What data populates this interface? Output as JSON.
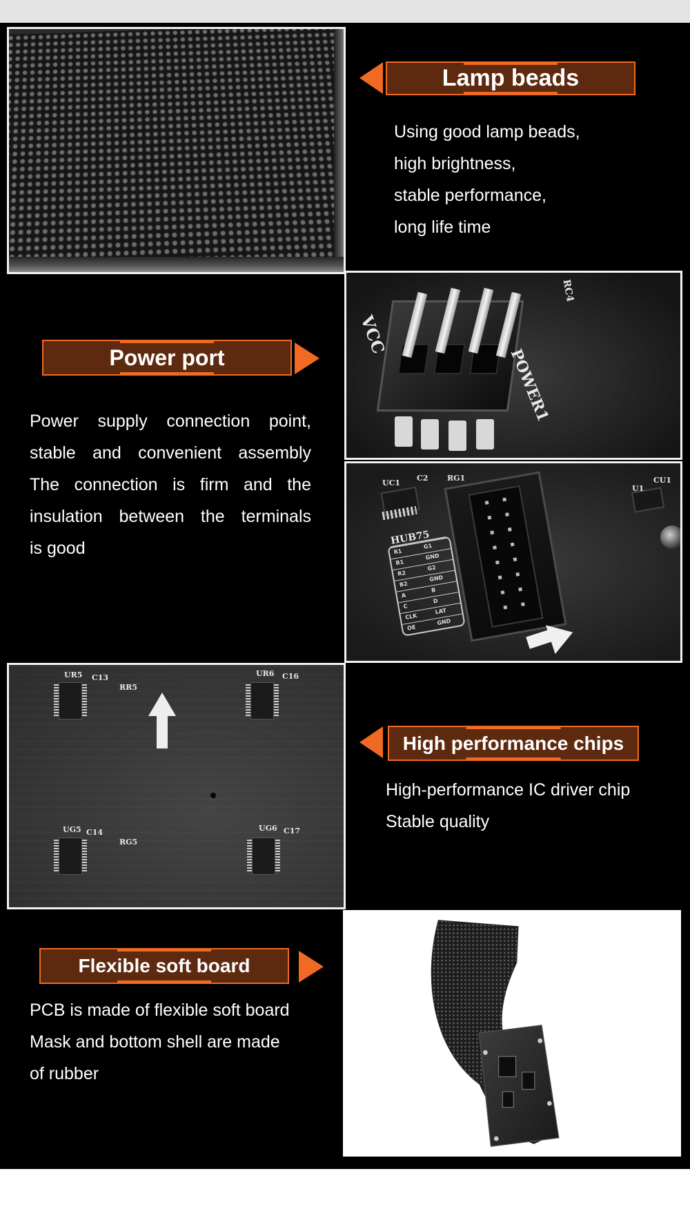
{
  "sections": {
    "lamp_beads": {
      "title": "Lamp beads",
      "lines": [
        "Using good lamp beads,",
        "high brightness,",
        "stable performance,",
        "long life time"
      ]
    },
    "power_port": {
      "title": "Power port",
      "lines": [
        "Power supply connection point,",
        "stable and convenient assembly",
        "The connection is firm and the",
        "insulation between the terminals",
        "is good"
      ],
      "silk": {
        "vcc": "VCC",
        "power": "POWER1",
        "rc": "RC4"
      }
    },
    "hub75_board": {
      "silk": {
        "header": "HUB75",
        "ic1": "UC1",
        "c2": "C2",
        "rg1": "RG1",
        "cu1": "CU1",
        "u1": "U1"
      },
      "pins": [
        "R1",
        "G1",
        "B1",
        "GND",
        "R2",
        "G2",
        "B2",
        "GND",
        "A",
        "B",
        "C",
        "D",
        "CLK",
        "LAT",
        "OE",
        "GND"
      ]
    },
    "chips": {
      "title": "High performance chips",
      "lines": [
        "High-performance IC driver chip",
        "Stable quality"
      ],
      "silk": [
        "UR5",
        "C13",
        "RR5",
        "UR6",
        "C16",
        "UG5",
        "C14",
        "RG5",
        "UG6",
        "C17"
      ]
    },
    "flexible": {
      "title": "Flexible soft board",
      "lines": [
        "PCB is made of flexible soft board",
        "Mask and bottom shell are made",
        "of rubber"
      ]
    }
  },
  "colors": {
    "accent": "#f06a24",
    "label_bg": "#5e2a0f",
    "panel_bg": "#000000",
    "text": "#ffffff"
  },
  "icons": [
    "arrow-left-icon",
    "arrow-right-icon",
    "up-arrow-icon"
  ]
}
